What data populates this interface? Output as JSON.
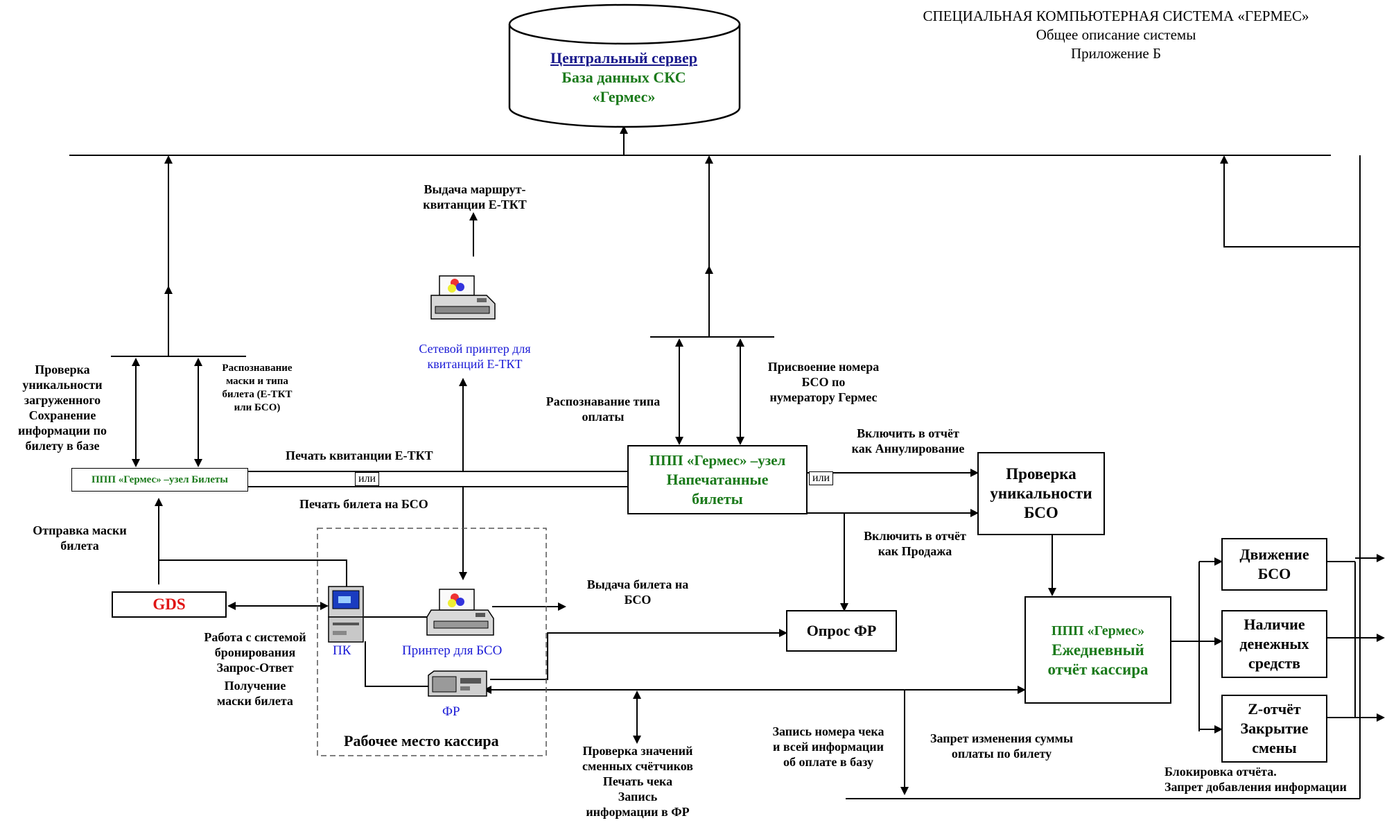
{
  "header": {
    "title": "СПЕЦИАЛЬНАЯ КОМПЬЮТЕРНАЯ СИСТЕМА «ГЕРМЕС»",
    "subtitle": "Общее описание системы",
    "appendix": "Приложение Б"
  },
  "server": {
    "title": "Центральный сервер",
    "db_line1": "База данных СКС",
    "db_line2": "«Гермес»"
  },
  "nodes": {
    "tickets_node": "ППП «Гермес» –узел Билеты",
    "printed_node_l1": "ППП «Гермес» –узел",
    "printed_node_l2": "Напечатанные",
    "printed_node_l3": "билеты",
    "bso_check_l1": "Проверка",
    "bso_check_l2": "уникальности",
    "bso_check_l3": "БСО",
    "daily_l1": "ППП «Гермес»",
    "daily_l2": "Ежедневный",
    "daily_l3": "отчёт кассира",
    "gds": "GDS",
    "fr_poll": "Опрос ФР",
    "movement_l1": "Движение",
    "movement_l2": "БСО",
    "cash_l1": "Наличие",
    "cash_l2": "денежных",
    "cash_l3": "средств",
    "z_l1": "Z-отчёт",
    "z_l2": "Закрытие",
    "z_l3": "смены"
  },
  "devices": {
    "network_printer_l1": "Сетевой принтер  для",
    "network_printer_l2": "квитанций Е-ТКТ",
    "pc": "ПК",
    "bso_printer": "Принтер для  БСО",
    "fr": "ФР",
    "workplace": "Рабочее место кассира"
  },
  "labels": {
    "issue_etkt_l1": "Выдача  маршрут-",
    "issue_etkt_l2": "квитанции Е-ТКТ",
    "check_uniq_l1": "Проверка",
    "check_uniq_l2": "уникальности",
    "check_uniq_l3": "загруженного",
    "check_uniq_l4": "Сохранение",
    "check_uniq_l5": "информации по",
    "check_uniq_l6": "билету в базе",
    "recog_mask_l1": "Распознавание",
    "recog_mask_l2": "маски и типа",
    "recog_mask_l3": "билета (Е-ТКТ",
    "recog_mask_l4": "или БСО)",
    "recog_pay_l1": "Распознавание типа",
    "recog_pay_l2": "оплаты",
    "assign_bso_l1": "Присвоение номера",
    "assign_bso_l2": "БСО по",
    "assign_bso_l3": "нумератору Гермес",
    "print_etkt": "Печать квитанции Е-ТКТ",
    "print_bso": "Печать билета на БСО",
    "or1": "или",
    "or2": "или",
    "report_cancel_l1": "Включить в отчёт",
    "report_cancel_l2": "как Аннулирование",
    "report_sale_l1": "Включить в отчёт",
    "report_sale_l2": "как Продажа",
    "send_mask_l1": "Отправка  маски",
    "send_mask_l2": "билета",
    "booking_l1": "Работа с системой",
    "booking_l2": "бронирования",
    "booking_l3": "Запрос-Ответ",
    "booking_l4": "Получение",
    "booking_l5": "маски билета",
    "issue_bso_l1": "Выдача билета на",
    "issue_bso_l2": "БСО",
    "check_counters_l1": "Проверка значений",
    "check_counters_l2": "сменных счётчиков",
    "check_counters_l3": "Печать чека",
    "check_counters_l4": "Запись",
    "check_counters_l5": "информации в ФР",
    "record_receipt_l1": "Запись номера чека",
    "record_receipt_l2": "и всей информации",
    "record_receipt_l3": "об оплате в базу",
    "forbid_change_l1": "Запрет изменения суммы",
    "forbid_change_l2": "оплаты по билету",
    "block_report_l1": "Блокировка отчёта.",
    "block_report_l2": "Запрет добавления информации"
  },
  "colors": {
    "server_title": "#1a1a8c",
    "green_text": "#1b7a1b",
    "blue_text": "#1a1ad6",
    "gds_text": "#e01414"
  }
}
